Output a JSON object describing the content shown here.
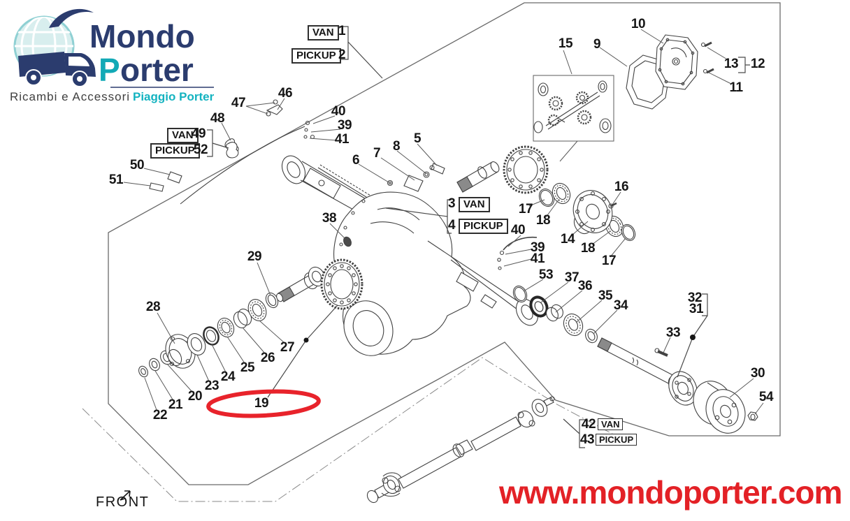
{
  "branding": {
    "logo": {
      "word1": "Mondo",
      "word2_initial": "P",
      "word2_rest": "orter",
      "tagline_left": "Ricambi e Accessori",
      "tagline_right": "Piaggio Porter"
    },
    "website": "www.mondoporter.com",
    "colors": {
      "navy": "#2b3c6e",
      "teal": "#12a9b6",
      "red": "#e32126",
      "highlight": "#e8232b"
    }
  },
  "diagram": {
    "front_label": "FRONT",
    "highlighted_part": "19",
    "variant_boxes": {
      "van": "VAN",
      "pickup": "PICKUP"
    },
    "callouts": {
      "n1": "1",
      "n2": "2",
      "n3": "3",
      "n4": "4",
      "n5": "5",
      "n6": "6",
      "n7": "7",
      "n8": "8",
      "n9": "9",
      "n10": "10",
      "n11": "11",
      "n12": "12",
      "n13": "13",
      "n14": "14",
      "n15": "15",
      "n16": "16",
      "n17a": "17",
      "n17b": "17",
      "n18a": "18",
      "n18b": "18",
      "n19": "19",
      "n20": "20",
      "n21": "21",
      "n22": "22",
      "n23": "23",
      "n24": "24",
      "n25": "25",
      "n26": "26",
      "n27": "27",
      "n28": "28",
      "n29": "29",
      "n30": "30",
      "n31": "31",
      "n32": "32",
      "n33": "33",
      "n34": "34",
      "n35": "35",
      "n36": "36",
      "n37": "37",
      "n38": "38",
      "n39t": "39",
      "n39m": "39",
      "n40t": "40",
      "n40m": "40",
      "n41t": "41",
      "n41m": "41",
      "n42": "42",
      "n43": "43",
      "n46": "46",
      "n47": "47",
      "n48": "48",
      "n49": "49",
      "n50": "50",
      "n51": "51",
      "n52": "52",
      "n53": "53",
      "n54": "54"
    }
  }
}
